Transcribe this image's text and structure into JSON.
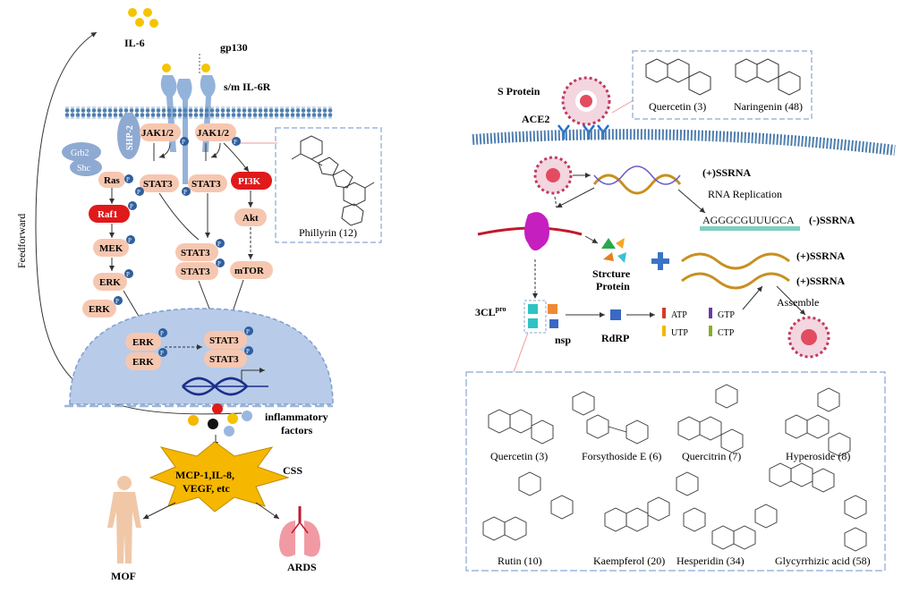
{
  "left_panel": {
    "feedforward": "Feedforward",
    "il6": "IL-6",
    "gp130": "gp130",
    "receptor": "s/m IL-6R",
    "shp2": "SHP-2",
    "grb2": "Grb2",
    "shc": "Shc",
    "ras": "Ras",
    "raf1": "Raf1",
    "mek": "MEK",
    "erk": "ERK",
    "jak": "JAK1/2",
    "stat3": "STAT3",
    "pi3k": "PI3K",
    "akt": "Akt",
    "mtor": "mTOR",
    "p": "P",
    "phillyrin": "Phillyrin (12)",
    "inflammatory_1": "inflammatory",
    "inflammatory_2": "factors",
    "burst_1": "MCP-1,IL-8,",
    "burst_2": "VEGF, etc",
    "css": "CSS",
    "mof": "MOF",
    "ards": "ARDS"
  },
  "right_panel": {
    "s_protein": "S Protein",
    "ace2": "ACE2",
    "quercetin_top": "Quercetin (3)",
    "naringenin": "Naringenin (48)",
    "plus_ssrna": "(+)SSRNA",
    "rna_replication": "RNA Replication",
    "sequence": "AGGGCGUUUGCA",
    "minus_ssrna": "(-)SSRNA",
    "structure_1": "Strcture",
    "structure_2": "Protein",
    "plus_ssrna_2": "(+)SSRNA",
    "plus_ssrna_3": "(+)SSRNA",
    "assemble": "Assemble",
    "protease": "3CL",
    "protease_sup": "pro",
    "nsp": "nsp",
    "rdrp": "RdRP",
    "atp": "ATP",
    "gtp": "GTP",
    "utp": "UTP",
    "ctp": "CTP",
    "compounds": [
      "Quercetin (3)",
      "Forsythoside E (6)",
      "Quercitrin (7)",
      "Hyperoside (8)",
      "Rutin (10)",
      "Kaempferol (20)",
      "Hesperidin (34)",
      "Glycyrrhizic acid (58)"
    ]
  },
  "colors": {
    "membrane": "#3d6d9e",
    "nucleus": "#b8cbe8",
    "protein": "#f6c7b0",
    "red": "#e0191b",
    "phospho": "#2f5f9e",
    "burst": "#f5b700",
    "box": "#8aa7d4"
  }
}
